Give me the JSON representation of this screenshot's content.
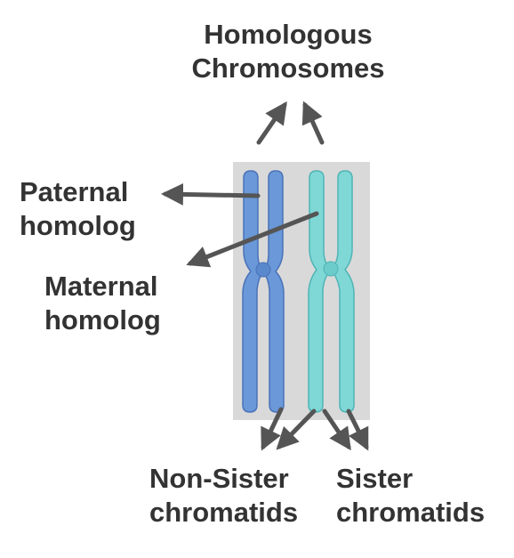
{
  "labels": {
    "homologous_line1": "Homologous",
    "homologous_line2": "Chromosomes",
    "paternal_line1": "Paternal",
    "paternal_line2": "homolog",
    "maternal_line1": "Maternal",
    "maternal_line2": "homolog",
    "nonsister_line1": "Non-Sister",
    "nonsister_line2": "chromatids",
    "sister_line1": "Sister",
    "sister_line2": "chromatids"
  },
  "colors": {
    "text": "#333333",
    "arrow": "#555555",
    "panel_background": "#d9d9d9",
    "paternal_chromatid": "#6a98d8",
    "paternal_outline": "#4a72b8",
    "maternal_chromatid": "#7fd8d6",
    "maternal_outline": "#4fb4b6"
  }
}
